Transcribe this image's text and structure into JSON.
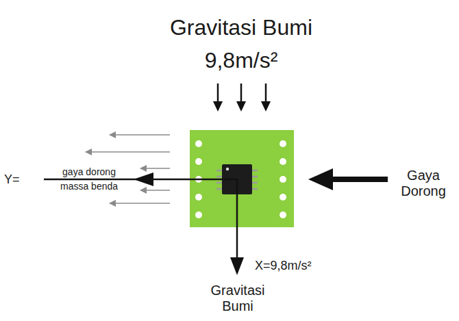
{
  "diagram": {
    "labels": [
      "Gravitasi Bumi",
      "9,8m/s²",
      "Y=",
      "gaya dorong",
      "massa benda",
      "Gaya Dorong",
      "X=9,8m/s²",
      "Gravitasi Bumi"
    ]
  }
}
